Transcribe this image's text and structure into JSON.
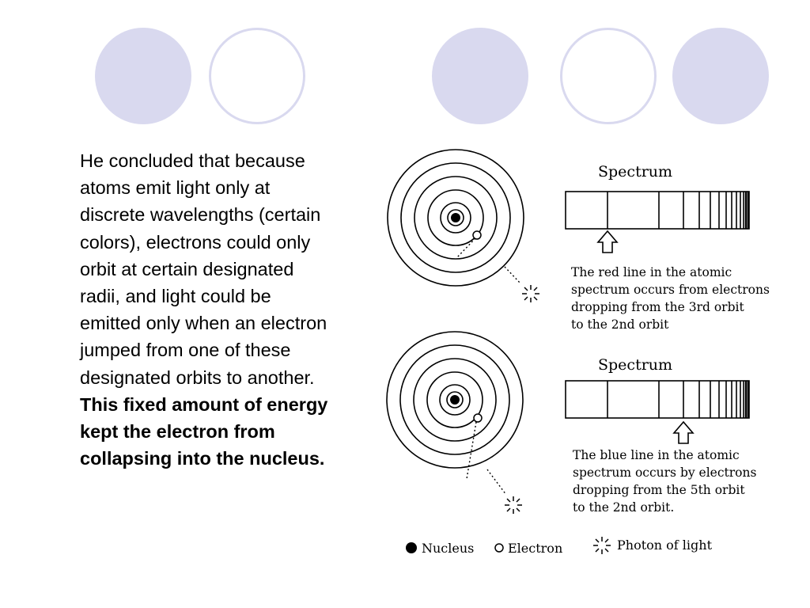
{
  "slide": {
    "accent_fill": "#d9d9ef",
    "body_lines": [
      "He concluded that because",
      "atoms emit light only at",
      "discrete wavelengths (certain",
      "colors), electrons could only",
      "orbit at certain designated",
      "radii, and light could be",
      "emitted only when an electron",
      "jumped from one of these",
      "designated orbits to another."
    ],
    "bold_lines": [
      "This fixed amount of energy",
      "kept the electron from",
      "collapsing into the nucleus."
    ]
  },
  "diagram": {
    "top": {
      "spectrum_label": "Spectrum",
      "caption": [
        "The red line in the atomic",
        "spectrum occurs from electrons",
        "dropping from the 3rd orbit",
        "to the 2nd orbit"
      ]
    },
    "bottom": {
      "spectrum_label": "Spectrum",
      "caption": [
        "The blue line in the atomic",
        "spectrum occurs by electrons",
        "dropping from the 5th orbit",
        "to the 2nd orbit."
      ]
    },
    "legend": {
      "nucleus": "Nucleus",
      "electron": "Electron",
      "photon": "Photon of light"
    }
  }
}
